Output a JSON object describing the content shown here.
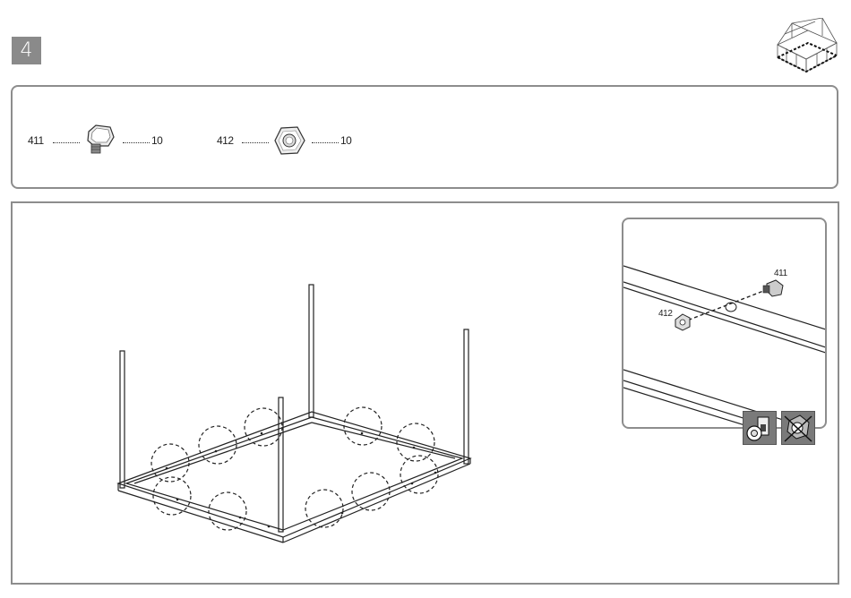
{
  "step": {
    "number": "4"
  },
  "parts": [
    {
      "id": "411",
      "qty": "10",
      "icon": "bolt-icon"
    },
    {
      "id": "412",
      "qty": "10",
      "icon": "hex-nut-icon"
    }
  ],
  "detail": {
    "bolt_label": "411",
    "nut_label": "412",
    "correct_icon": "bolt-nut-assembled-icon",
    "incorrect_icon": "crossed-out-bolt-icon"
  },
  "colors": {
    "frame": "#8d8d8d",
    "badge": "#8a8a8a",
    "line": "#222222"
  }
}
